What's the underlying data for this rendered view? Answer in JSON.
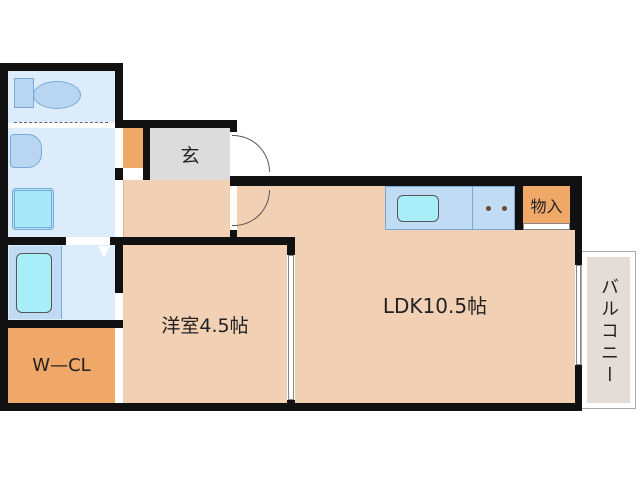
{
  "rooms": {
    "genkan": "玄",
    "western": "洋室4.5帖",
    "ldk": "LDK10.5帖",
    "storage": "物入",
    "wcl": "W—CL",
    "balcony": "バルコニー"
  },
  "colors": {
    "wall": "#111111",
    "wet_area": "#dcecfa",
    "room": "#f2d0b4",
    "closet": "#f0a868",
    "genkan": "#dcdcdc",
    "balcony": "#e4dcd6"
  }
}
